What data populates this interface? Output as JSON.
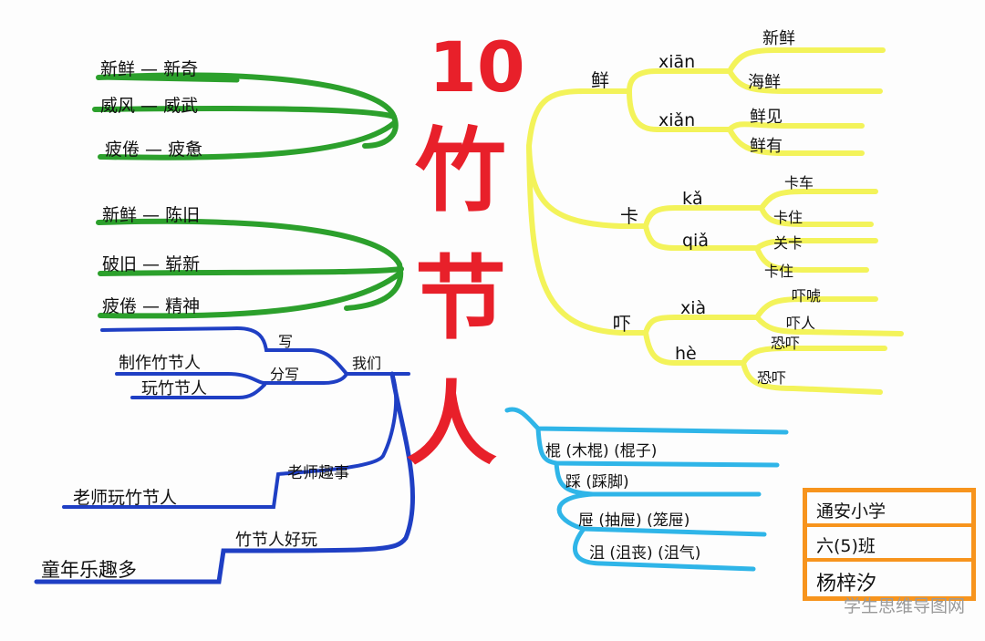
{
  "title": {
    "number": "10",
    "chars": [
      "竹",
      "节",
      "人"
    ]
  },
  "green_group_1": [
    "新鲜 — 新奇",
    "威风 — 威武",
    "疲倦 — 疲惫"
  ],
  "green_group_2": [
    "新鲜 — 陈旧",
    "破旧 — 崭新",
    "疲倦 — 精神"
  ],
  "blue_branch": {
    "hub": "我们",
    "sub_write": "写",
    "item_make": "制作竹节人",
    "item_play": "玩竹节人",
    "sub_divide": "分写",
    "teacher_story": "老师趣事",
    "teacher_play": "老师玩竹节人",
    "fun": "竹节人好玩",
    "childhood": "童年乐趣多"
  },
  "yellow_branch": {
    "xian": {
      "char": "鲜",
      "reading_1": "xiān",
      "words_1": [
        "新鲜",
        "海鲜"
      ],
      "reading_2": "xiǎn",
      "words_2": [
        "鲜见",
        "鲜有"
      ]
    },
    "ka": {
      "char": "卡",
      "reading_1": "kǎ",
      "words_1": [
        "卡车",
        "卡住"
      ],
      "reading_2": "qiǎ",
      "words_2": [
        "关卡",
        "卡住"
      ]
    },
    "xia": {
      "char": "吓",
      "reading_1": "xià",
      "words_1": [
        "吓唬",
        "吓人"
      ],
      "reading_2": "hè",
      "words_2": [
        "恐吓",
        "恐吓"
      ]
    }
  },
  "cyan_branch": [
    "棍 (木棍) (棍子)",
    "踩 (踩脚)",
    "屉 (抽屉) (笼屉)",
    "沮 (沮丧) (沮气)"
  ],
  "info_box": [
    "通安小学",
    "六(5)班",
    "杨梓汐"
  ],
  "watermark": "学生思维导图网",
  "colors": {
    "title": "#e8202a",
    "green": "#2ca02c",
    "blue": "#1f3fc4",
    "yellow": "#f3f35a",
    "cyan": "#2fb5e8",
    "orange": "#f7941d"
  }
}
